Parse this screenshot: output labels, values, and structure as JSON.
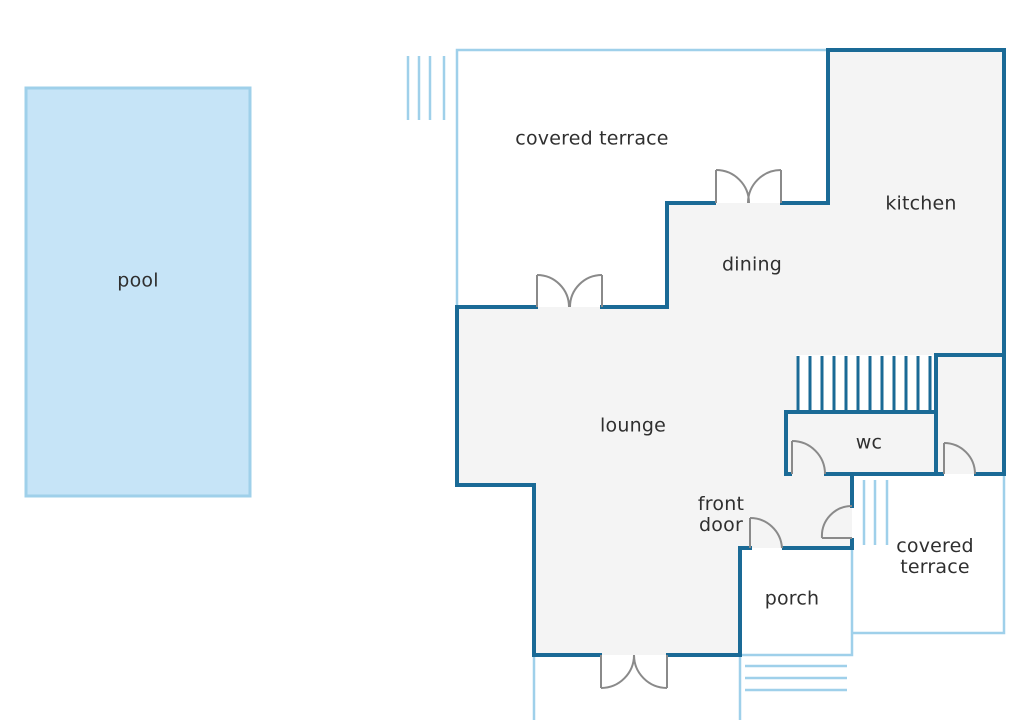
{
  "labels": {
    "pool": "pool",
    "covered_terrace_top": "covered terrace",
    "kitchen": "kitchen",
    "dining": "dining",
    "lounge": "lounge",
    "wc": "wc",
    "front_door_line1": "front",
    "front_door_line2": "door",
    "porch": "porch",
    "covered_terrace_right_line1": "covered",
    "covered_terrace_right_line2": "terrace"
  },
  "colors": {
    "wall": "#1a6a96",
    "light_line": "#9fd0ea",
    "floor": "#f4f4f4",
    "pool_fill": "#c6e4f7",
    "pool_border": "#9fd0ea",
    "door": "#8a8a8a",
    "text": "#2f2f2f"
  }
}
